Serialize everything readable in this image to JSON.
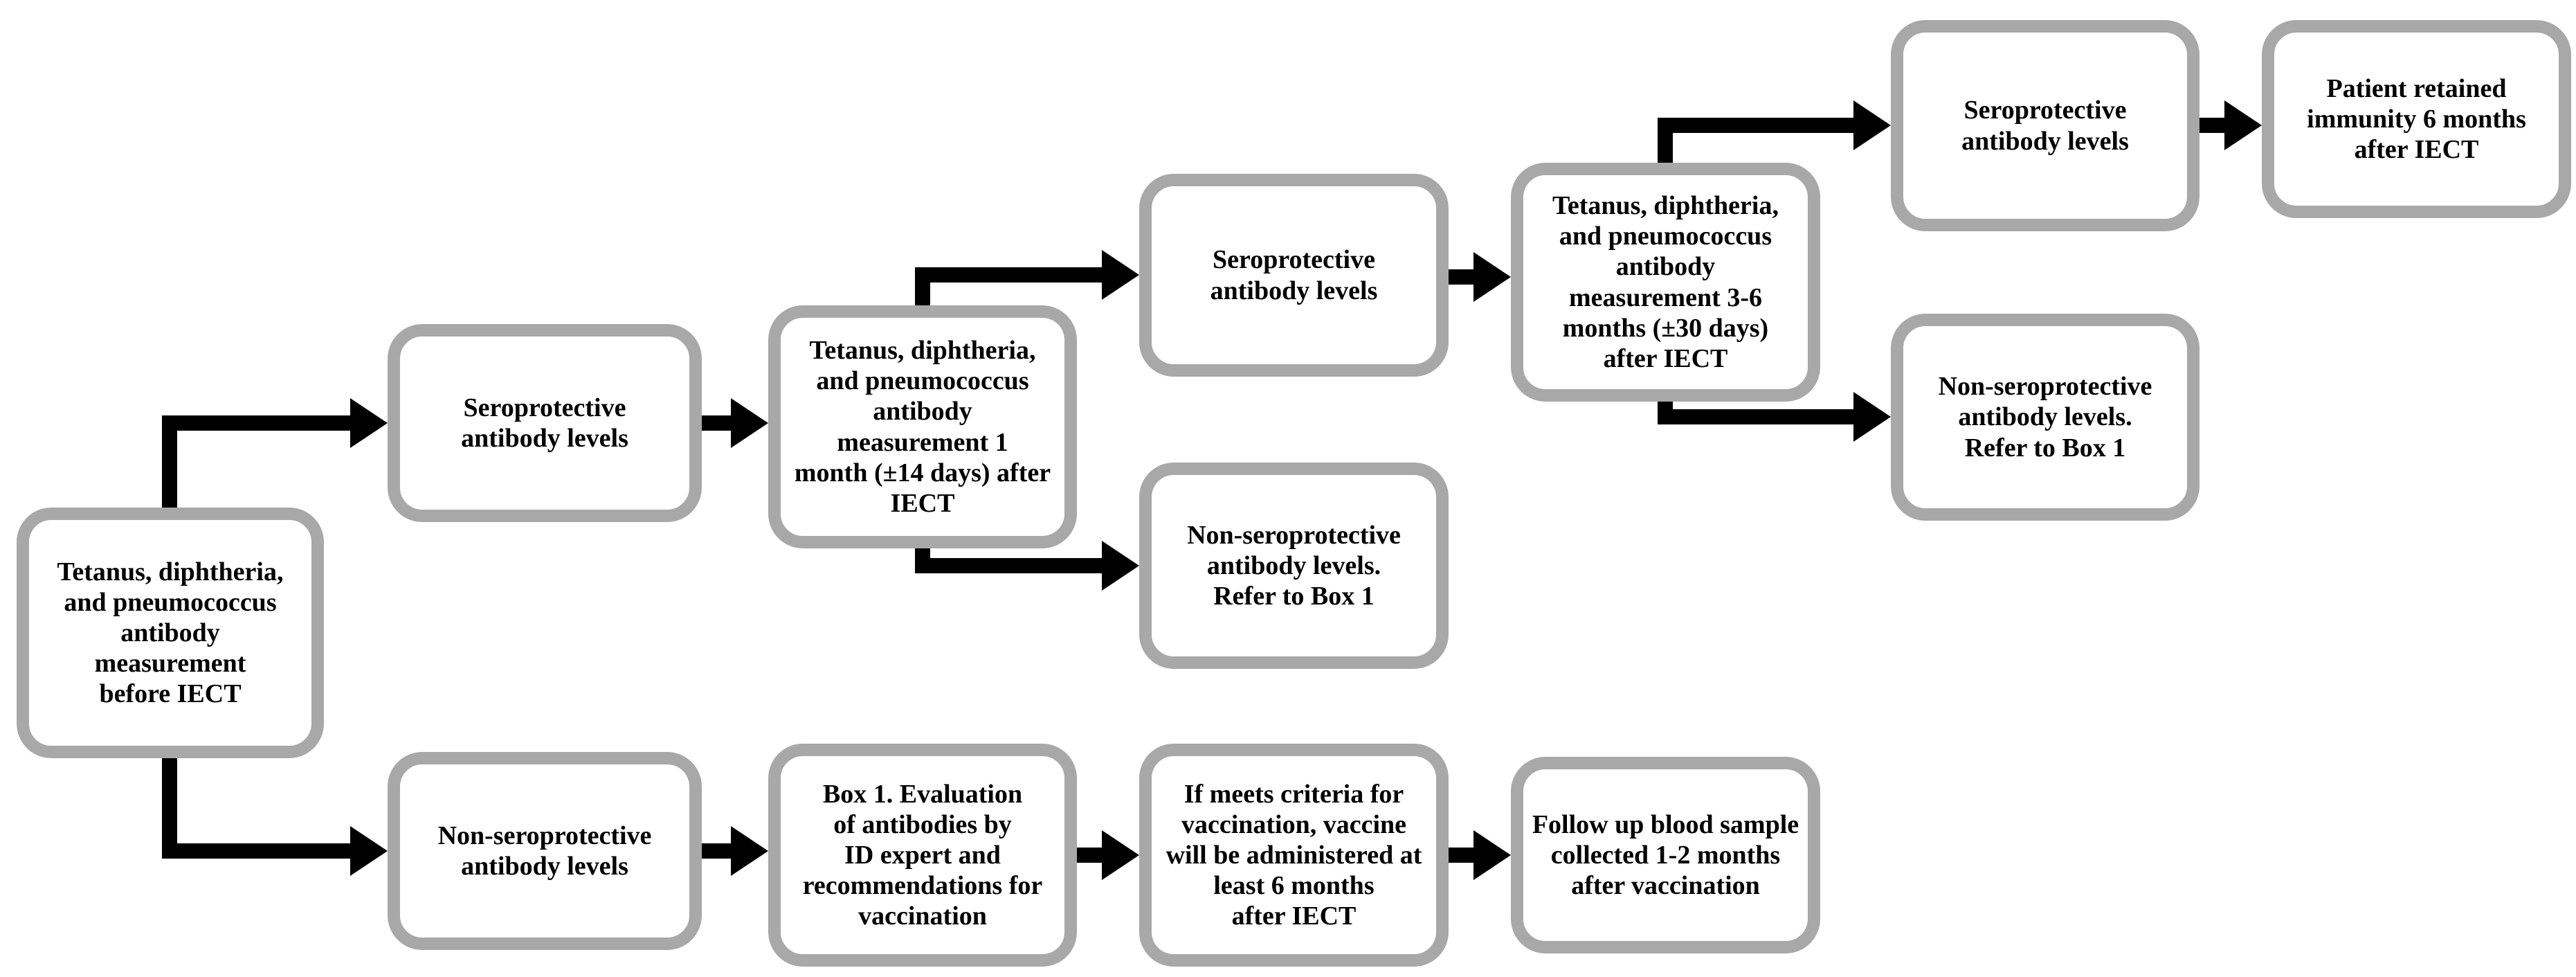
{
  "diagram": {
    "type": "flowchart",
    "background": "#ffffff",
    "colors": {
      "box_border": "#a8a8a8",
      "box_fill": "#ffffff",
      "arrow": "#000000",
      "text": "#000000"
    },
    "nodes": [
      {
        "id": "before-iect",
        "label": "Tetanus, diphtheria,\nand pneumococcus\nantibody\nmeasurement\nbefore IECT"
      },
      {
        "id": "sero-1",
        "label": "Seroprotective\nantibody levels"
      },
      {
        "id": "measure-1mo",
        "label": "Tetanus, diphtheria,\nand pneumococcus\nantibody\nmeasurement 1\nmonth (±14 days) after\nIECT"
      },
      {
        "id": "sero-2",
        "label": "Seroprotective\nantibody levels"
      },
      {
        "id": "nonsero-refer-1",
        "label": "Non-seroprotective\nantibody levels.\nRefer to Box 1"
      },
      {
        "id": "measure-3-6mo",
        "label": "Tetanus, diphtheria,\nand pneumococcus\nantibody\nmeasurement 3-6\nmonths (±30 days)\nafter IECT"
      },
      {
        "id": "sero-3",
        "label": "Seroprotective\nantibody levels"
      },
      {
        "id": "retained",
        "label": "Patient retained\nimmunity 6 months\nafter IECT"
      },
      {
        "id": "nonsero-refer-2",
        "label": "Non-seroprotective\nantibody levels.\nRefer to Box 1"
      },
      {
        "id": "nonsero-1",
        "label": "Non-seroprotective\nantibody levels"
      },
      {
        "id": "box1",
        "label": "Box 1. Evaluation\nof antibodies by\nID expert and\nrecommendations for\nvaccination"
      },
      {
        "id": "criteria",
        "label": "If meets criteria for\nvaccination, vaccine\nwill be administered at\nleast 6 months\nafter IECT"
      },
      {
        "id": "followup",
        "label": "Follow up blood sample\ncollected 1-2 months\nafter vaccination"
      }
    ],
    "edges": [
      {
        "from": "before-iect",
        "to": "sero-1"
      },
      {
        "from": "before-iect",
        "to": "nonsero-1"
      },
      {
        "from": "sero-1",
        "to": "measure-1mo"
      },
      {
        "from": "measure-1mo",
        "to": "sero-2"
      },
      {
        "from": "measure-1mo",
        "to": "nonsero-refer-1"
      },
      {
        "from": "sero-2",
        "to": "measure-3-6mo"
      },
      {
        "from": "measure-3-6mo",
        "to": "sero-3"
      },
      {
        "from": "measure-3-6mo",
        "to": "nonsero-refer-2"
      },
      {
        "from": "sero-3",
        "to": "retained"
      },
      {
        "from": "nonsero-1",
        "to": "box1"
      },
      {
        "from": "box1",
        "to": "criteria"
      },
      {
        "from": "criteria",
        "to": "followup"
      }
    ]
  }
}
